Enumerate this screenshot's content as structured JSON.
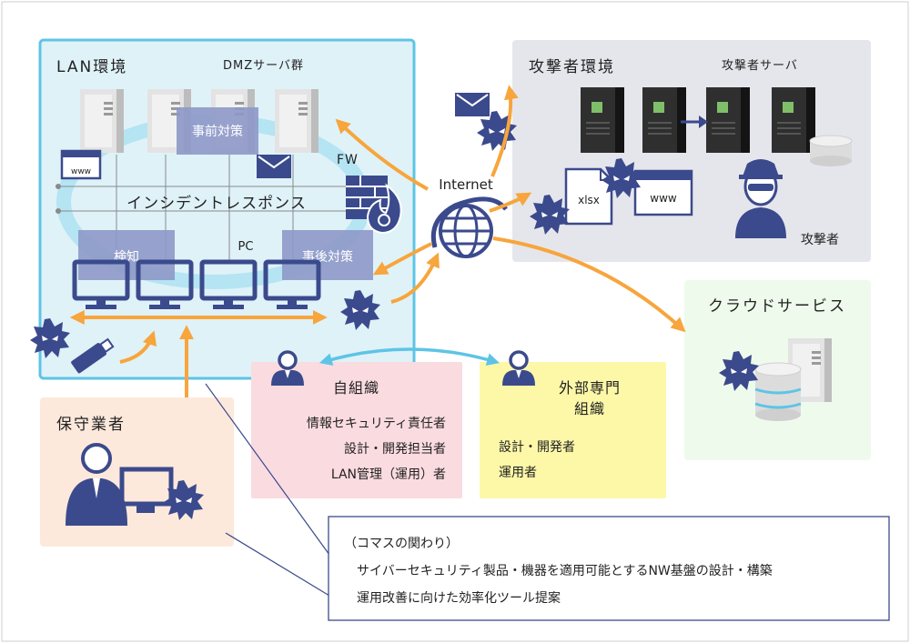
{
  "lan": {
    "title": "LAN環境",
    "dmz_label": "DMZサーバ群",
    "fw_label": "FW",
    "pc_label": "PC",
    "ring_label": "インシデントレスポンス",
    "pre_label": "事前対策",
    "detect_label": "検知",
    "post_label": "事後対策"
  },
  "internet_label": "Internet",
  "attacker": {
    "title": "攻撃者環境",
    "server_label": "攻撃者サーバ",
    "person_label": "攻撃者",
    "file_label": "xlsx",
    "web_label": "www"
  },
  "www_label": "www",
  "cloud": {
    "title": "クラウドサービス"
  },
  "maintenance": {
    "title": "保守業者"
  },
  "self_org": {
    "title": "自組織",
    "items": [
      "情報セキュリティ責任者",
      "設計・開発担当者",
      "LAN管理（運用）者"
    ]
  },
  "external_org": {
    "title_lines": [
      "外部専門",
      "組織"
    ],
    "items": [
      "設計・開発者",
      "運用者"
    ]
  },
  "comas": {
    "heading": "（コマスの関わり）",
    "lines": [
      "サイバーセキュリティ製品・機器を適用可能とするNW基盤の設計・構築",
      "運用改善に向けた効率化ツール提案"
    ]
  },
  "colors": {
    "lan_bg": "#dff2f8",
    "lan_border": "#5ec4e6",
    "attacker_bg": "#e5e6ec",
    "cloud_bg": "#eefbec",
    "maintenance_bg": "#fde9dc",
    "self_org_bg": "#fadbe0",
    "external_org_bg": "#fdf8a8",
    "arrow_orange": "#f7a53c",
    "arrow_blue": "#5ec4e6",
    "navy": "#3b4a8c",
    "label_box": "#8e98c8"
  }
}
